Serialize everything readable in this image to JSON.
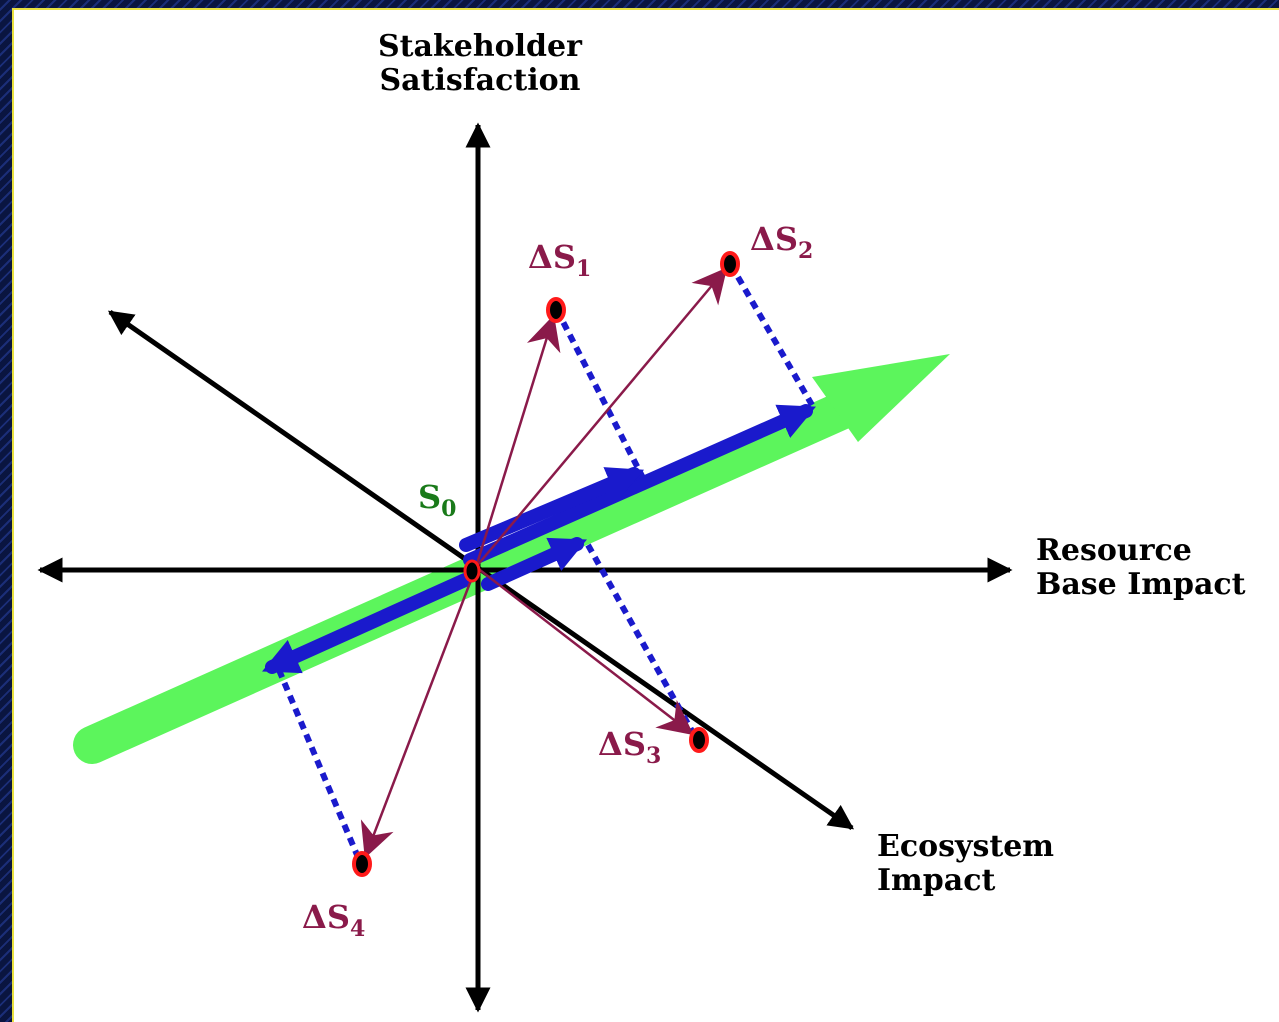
{
  "axes": {
    "vertical_label_line1": "Stakeholder",
    "vertical_label_line2": "Satisfaction",
    "horizontal_label_line1": "Resource",
    "horizontal_label_line2": "Base Impact",
    "diagonal_label_line1": "Ecosystem",
    "diagonal_label_line2": "Impact"
  },
  "origin_label": {
    "symbol": "S",
    "subscript": "0"
  },
  "deltas": [
    {
      "symbol": "ΔS",
      "subscript": "1"
    },
    {
      "symbol": "ΔS",
      "subscript": "2"
    },
    {
      "symbol": "ΔS",
      "subscript": "3"
    },
    {
      "symbol": "ΔS",
      "subscript": "4"
    }
  ],
  "colors": {
    "axis": "#000000",
    "trend": "#5cf55c",
    "projection": "#1a1acc",
    "delta_vector": "#8a1a4a",
    "point_ring": "#ff1a1a",
    "origin_label": "#1a7a1a",
    "background": "#0d1a4a"
  }
}
